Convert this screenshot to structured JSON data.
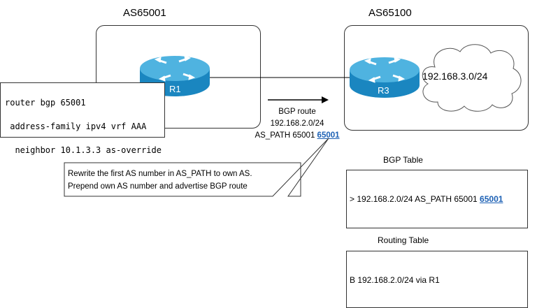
{
  "as_left": {
    "label": "AS65001"
  },
  "as_right": {
    "label": "AS65100"
  },
  "routers": {
    "r1": {
      "label": "R1"
    },
    "r3": {
      "label": "R3"
    }
  },
  "cloud": {
    "label": "192.168.3.0/24"
  },
  "config": {
    "line1": "router bgp 65001",
    "line2": " address-family ipv4 vrf AAA",
    "line3": "  neighbor 10.1.3.3 as-override"
  },
  "bgp_route": {
    "title": "BGP route",
    "prefix": "192.168.2.0/24",
    "as_path_prefix": "AS_PATH 65001",
    "as_path_highlight": "65001"
  },
  "callout": {
    "line1": "Rewrite the first AS number in AS_PATH to own AS.",
    "line2": "Prepend own AS number and advertise BGP route"
  },
  "bgp_table": {
    "title": "BGP Table",
    "entry_prefix": "> 192.168.2.0/24 AS_PATH 65001",
    "entry_highlight": "65001"
  },
  "routing_table": {
    "title": "Routing Table",
    "entry": "B 192.168.2.0/24 via R1"
  },
  "colors": {
    "router_top": "#4fb3e0",
    "router_side": "#1a86c0",
    "link_highlight": "#1a5fb4"
  }
}
